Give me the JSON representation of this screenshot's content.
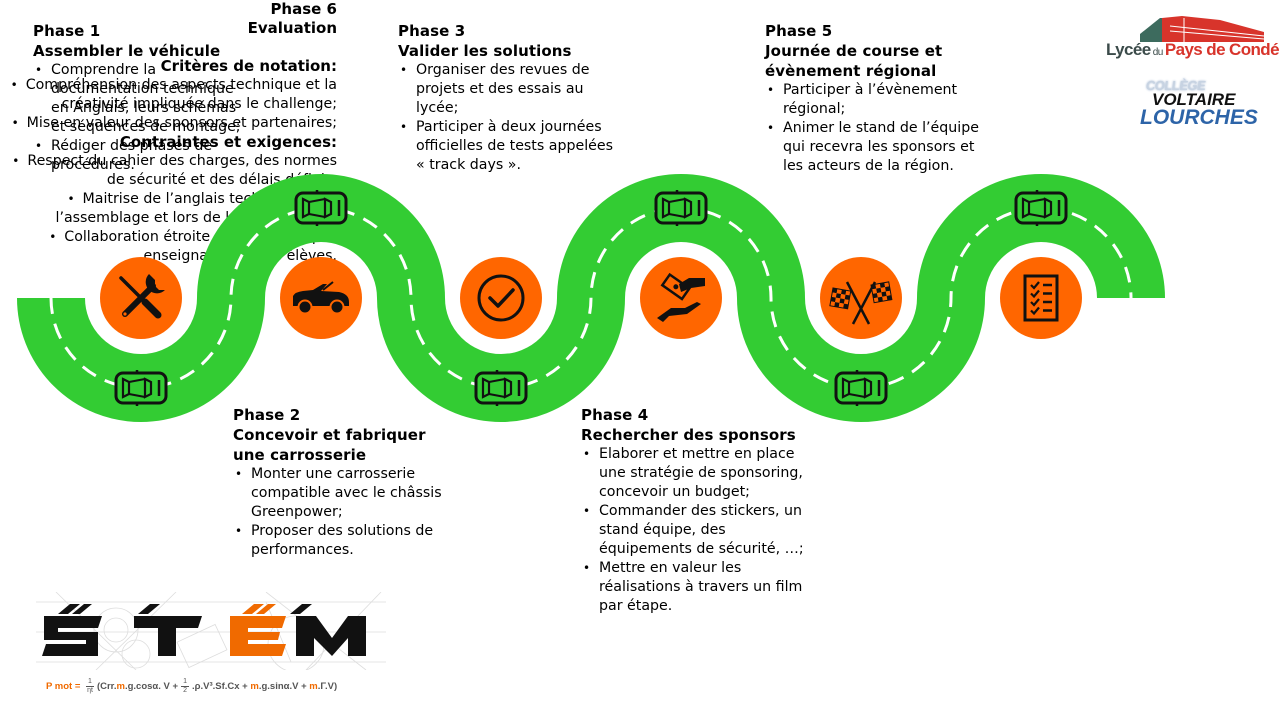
{
  "colors": {
    "road": "#33cc33",
    "road_marking": "#ffffff",
    "icon_circle": "#ff6600",
    "icon": "#111111",
    "text": "#000000",
    "stem_accent": "#f06a00"
  },
  "road": {
    "icons": [
      {
        "name": "tools-icon",
        "semantic": "wrench-and-screwdriver",
        "phase": 1
      },
      {
        "name": "convertible-car-icon",
        "semantic": "car",
        "phase": 2
      },
      {
        "name": "checkmark-circle-icon",
        "semantic": "check",
        "phase": 3
      },
      {
        "name": "money-handover-icon",
        "semantic": "hand-giving-money",
        "phase": 4
      },
      {
        "name": "checkered-flags-icon",
        "semantic": "crossed-race-flags",
        "phase": 5
      },
      {
        "name": "checklist-icon",
        "semantic": "checklist",
        "phase": 6
      }
    ],
    "cars_count": 6
  },
  "phases": [
    {
      "id": "phase1",
      "label": "Phase 1",
      "title": "Assembler le véhicule",
      "bullets": [
        "Comprendre la documentation technique en Anglais, leurs schémas et séquences de montage;",
        "Rédiger des phases de procédures."
      ]
    },
    {
      "id": "phase2",
      "label": "Phase 2",
      "title": "Concevoir et fabriquer une carrosserie",
      "bullets": [
        "Monter une carrosserie compatible avec le châssis Greenpower;",
        "Proposer des solutions de performances."
      ]
    },
    {
      "id": "phase3",
      "label": "Phase 3",
      "title": "Valider les solutions",
      "bullets": [
        "Organiser des revues de projets et des essais au lycée;",
        "Participer à deux journées officielles de tests appelées « track days »."
      ]
    },
    {
      "id": "phase4",
      "label": "Phase 4",
      "title": "Rechercher des sponsors",
      "bullets": [
        "Elaborer et mettre en place une stratégie de sponsoring, concevoir un budget;",
        "Commander des stickers, un stand équipe, des équipements de sécurité, …;",
        "Mettre en valeur les réalisations à travers un film par étape."
      ]
    },
    {
      "id": "phase5",
      "label": "Phase 5",
      "title": "Journée de course et évènement régional",
      "bullets": [
        "Participer à l’évènement régional;",
        "Animer le stand de l’équipe qui recevra les sponsors et les acteurs de la région."
      ]
    }
  ],
  "phase6": {
    "label": "Phase 6",
    "title": "Evaluation",
    "criteria_title": "Critères de notation:",
    "criteria": [
      "Compréhension des aspects technique et la créativité impliquée dans le challenge;",
      "Mise en valeur des sponsors et partenaires;"
    ],
    "constraints_title": "Contraintes et exigences:",
    "constraints": [
      "Respect du cahier des charges, des normes de sécurité et des délais définis;",
      "Maitrise de l’anglais technique pour l’assemblage et lors de la présentation;",
      "Collaboration étroite entre les équipes enseignantes et les élèves."
    ]
  },
  "logos": {
    "lycee": {
      "part1": "Lycée",
      "part2": " du ",
      "part3": "Pays de Condé"
    },
    "college": {
      "line1": "COLLÈGE",
      "line2": "VOLTAIRE",
      "line3": "LOURCHES"
    },
    "stem": {
      "letters": [
        "S",
        "T",
        "E",
        "M"
      ],
      "formula": {
        "lhs": "P mot",
        "equals": " = ",
        "frac1_num": "1",
        "frac1_den": "ηt",
        "term1_a": "(Crr.",
        "term1_m": "m",
        "term1_b": ".g.cosα. V  +",
        "frac2_num": "1",
        "frac2_den": "2",
        "term2": ".ρ.V³.Sf.Cx  +  ",
        "term3_m": "m",
        "term3_b": ".g.sinα.V  +  ",
        "term4_m": "m",
        "term4_b": ".Γ.V)"
      }
    }
  }
}
